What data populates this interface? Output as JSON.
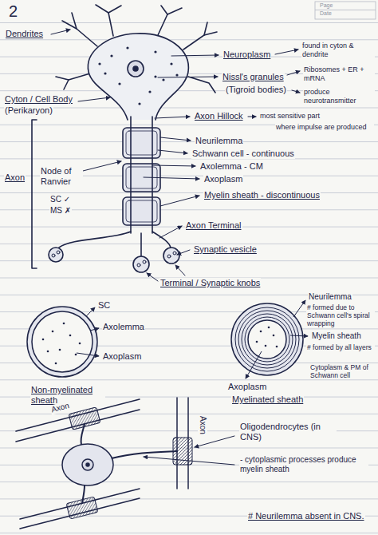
{
  "diagram": {
    "labels": [
      "Page",
      "Date",
      "2",
      "Dendrites",
      "Neuroplasm",
      "found in cyton & dendrite",
      "Nissl's granules",
      "Ribosomes + ER + mRNA",
      "(Tigroid bodies)",
      "produce neurotransmitter",
      "Cyton / Cell Body",
      "(Perikaryon)",
      "Axon Hillock",
      "most sensitive part",
      "where impulse are produced",
      "Neurilemma",
      "Schwann cell - continuous",
      "Axolemma - CM",
      "Axoplasm",
      "Myelin sheath - discontinuous",
      "Axon",
      "Node of Ranvier",
      "SC ✓",
      "MS ✗",
      "Axon Terminal",
      "Synaptic vesicle",
      "Terminal / Synaptic knobs",
      "SC",
      "Axolemma",
      "Axoplasm",
      "Non-myelinated sheath",
      "Neurilemma",
      "# formed due to Schwann cell's spiral wrapping",
      "Myelin sheath",
      "# formed by all layers",
      "Cytoplasm & PM of Schwann cell",
      "Axoplasm",
      "Myelinated sheath",
      "Axon",
      "Axon",
      "Oligodendrocytes (in CNS)",
      "- cytoplasmic processes produce myelin sheath",
      "# Neurilemma absent in CNS."
    ]
  }
}
